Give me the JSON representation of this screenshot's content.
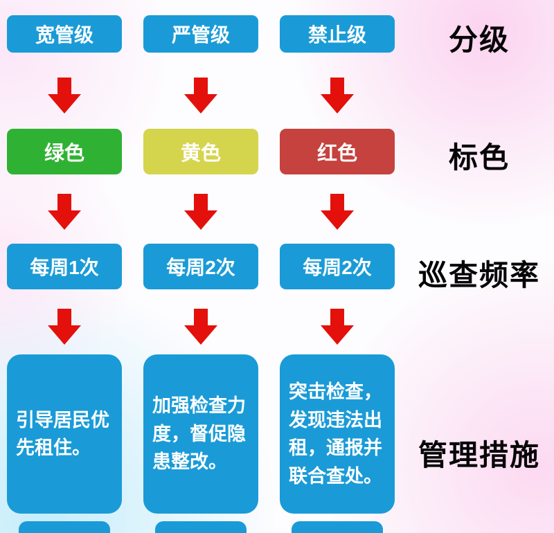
{
  "rows": {
    "grading_label": "分级",
    "color_label": "标色",
    "frequency_label": "巡查频率",
    "measures_label": "管理措施"
  },
  "columns": [
    {
      "level": "宽管级",
      "color_name": "绿色",
      "color_hex": "#2fb233",
      "frequency": "每周1次",
      "measure": "引导居民优先租住。"
    },
    {
      "level": "严管级",
      "color_name": "黄色",
      "color_hex": "#d5d44d",
      "frequency": "每周2次",
      "measure": "加强检查力度，督促隐患整改。"
    },
    {
      "level": "禁止级",
      "color_name": "红色",
      "color_hex": "#c5423f",
      "frequency": "每周2次",
      "measure": "突击检查，发现违法出租，通报并联合查处。"
    }
  ],
  "theme": {
    "box_blue": "#1a9bd7",
    "arrow_red": "#e3100b",
    "text_white": "#ffffff",
    "label_black": "#060606"
  }
}
